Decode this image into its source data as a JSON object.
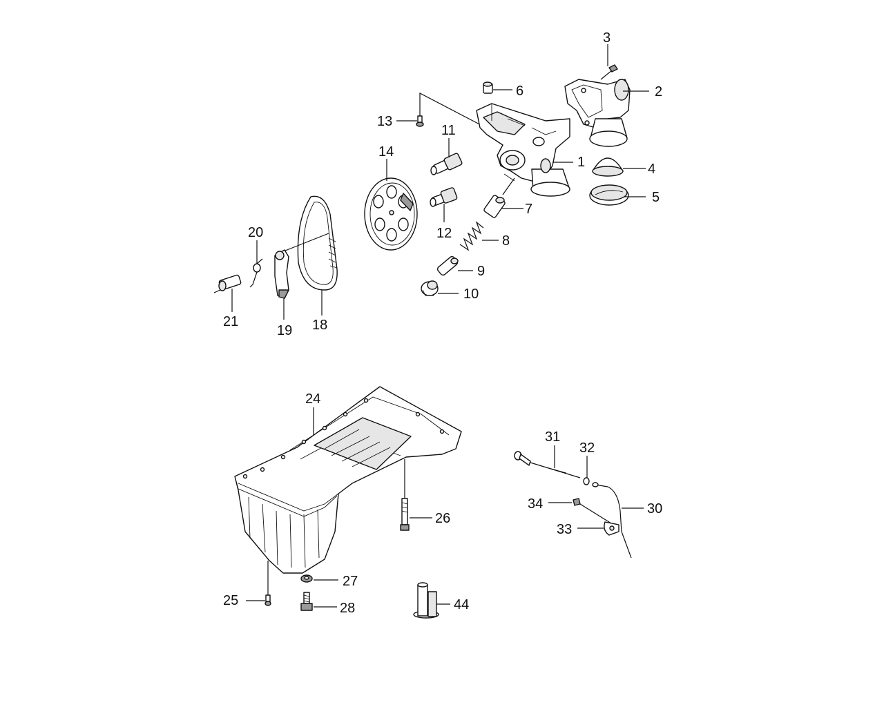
{
  "diagram": {
    "callouts": [
      {
        "key": "c1",
        "text": "1"
      },
      {
        "key": "c2",
        "text": "2"
      },
      {
        "key": "c3",
        "text": "3"
      },
      {
        "key": "c4",
        "text": "4"
      },
      {
        "key": "c5",
        "text": "5"
      },
      {
        "key": "c6",
        "text": "6"
      },
      {
        "key": "c7",
        "text": "7"
      },
      {
        "key": "c8",
        "text": "8"
      },
      {
        "key": "c9",
        "text": "9"
      },
      {
        "key": "c10",
        "text": "10"
      },
      {
        "key": "c11",
        "text": "11"
      },
      {
        "key": "c12",
        "text": "12"
      },
      {
        "key": "c13",
        "text": "13"
      },
      {
        "key": "c14",
        "text": "14"
      },
      {
        "key": "c18",
        "text": "18"
      },
      {
        "key": "c19",
        "text": "19"
      },
      {
        "key": "c20",
        "text": "20"
      },
      {
        "key": "c21",
        "text": "21"
      },
      {
        "key": "c24",
        "text": "24"
      },
      {
        "key": "c25",
        "text": "25"
      },
      {
        "key": "c26",
        "text": "26"
      },
      {
        "key": "c27",
        "text": "27"
      },
      {
        "key": "c28",
        "text": "28"
      },
      {
        "key": "c30",
        "text": "30"
      },
      {
        "key": "c31",
        "text": "31"
      },
      {
        "key": "c32",
        "text": "32"
      },
      {
        "key": "c33",
        "text": "33"
      },
      {
        "key": "c34",
        "text": "34"
      },
      {
        "key": "c44",
        "text": "44"
      }
    ]
  }
}
